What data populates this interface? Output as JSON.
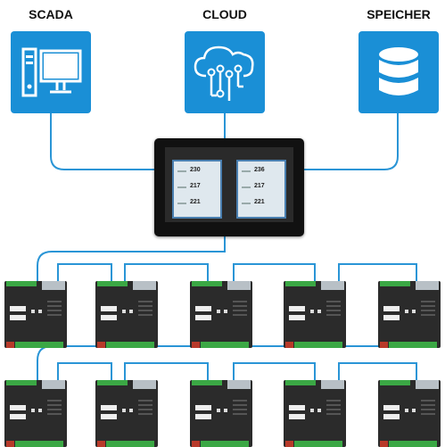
{
  "labels": {
    "scada": "SCADA",
    "cloud": "CLOUD",
    "storage": "SPEICHER"
  },
  "icons": {
    "scada": "computer-monitor-icon",
    "cloud": "cloud-network-icon",
    "storage": "database-icon"
  },
  "colors": {
    "tile": "#1a8fd6",
    "wire": "#2a95d6",
    "module_accent": "#3ba845"
  },
  "hmi": {
    "left_panel": [
      "230",
      "217",
      "221"
    ],
    "right_panel": [
      "236",
      "217",
      "221"
    ]
  },
  "modules": {
    "rows": 2,
    "per_row": 5
  }
}
